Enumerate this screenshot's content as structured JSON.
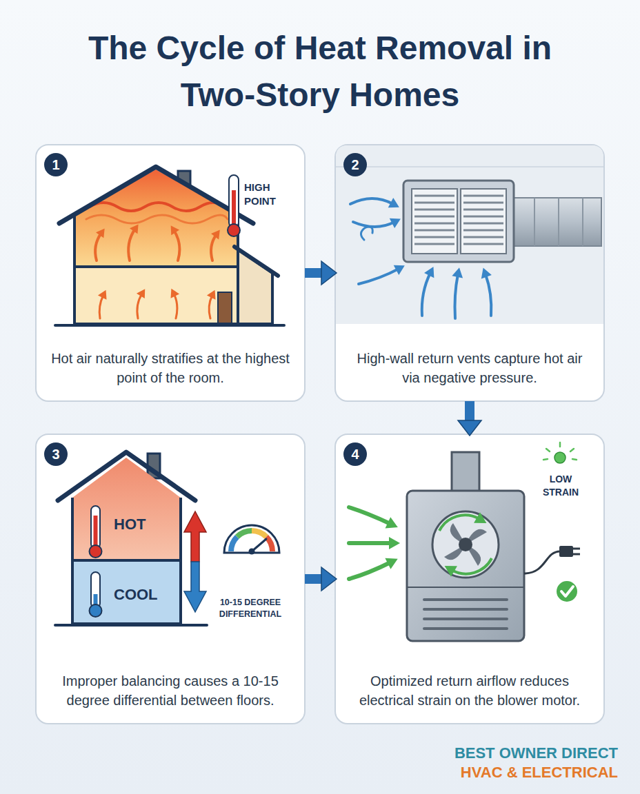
{
  "diagram": {
    "title": "The Cycle of Heat Removal in Two-Story Homes",
    "nodes": [
      {
        "text": [
          "1",
          "Hot air naturally stratifies at the highest point of the room."
        ]
      },
      {
        "text": [
          "2",
          "High-wall return vents capture hot air via negative pressure."
        ]
      },
      {
        "text": [
          "3",
          "Improper balancing causes a 10-15 degree differential between floors."
        ]
      },
      {
        "text": [
          "4",
          "Optimized return airflow reduces electrical strain on the blower motor."
        ]
      }
    ],
    "edges": [
      {
        "from": 0,
        "to": 1,
        "arrow": "to"
      },
      {
        "from": 1,
        "to": 3,
        "arrow": "to"
      },
      {
        "from": 2,
        "to": 3,
        "arrow": "to"
      }
    ],
    "labels": [
      "HIGH POINT",
      "HOT",
      "COOL",
      "10-15 DEGREE DIFFERENTIAL",
      "LOW STRAIN",
      "BEST OWNER DIRECT",
      "HVAC & ELECTRICAL"
    ]
  }
}
